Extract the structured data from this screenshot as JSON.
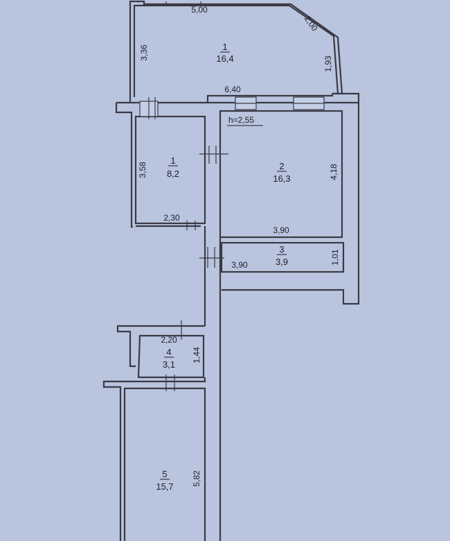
{
  "plan": {
    "room_top": {
      "number": "1",
      "area": "16,4",
      "dim_top": "5,00",
      "dim_diag": "2,00",
      "dim_left": "3,36",
      "dim_right": "1,93",
      "dim_bottom": "6,40"
    },
    "room_1": {
      "number": "1",
      "area": "8,2",
      "dim_left": "3,58",
      "dim_bottom": "2,30"
    },
    "room_2": {
      "number": "2",
      "area": "16,3",
      "height": "h=2,55",
      "dim_right": "4,18",
      "dim_bottom": "3,90"
    },
    "room_3": {
      "number": "3",
      "area": "3,9",
      "dim_left": "3,90",
      "dim_right": "1,01"
    },
    "room_4": {
      "number": "4",
      "area": "3,1",
      "dim_top": "2,20",
      "dim_right": "1,44"
    },
    "room_5": {
      "number": "5",
      "area": "15,7",
      "dim_right": "5,82"
    }
  }
}
